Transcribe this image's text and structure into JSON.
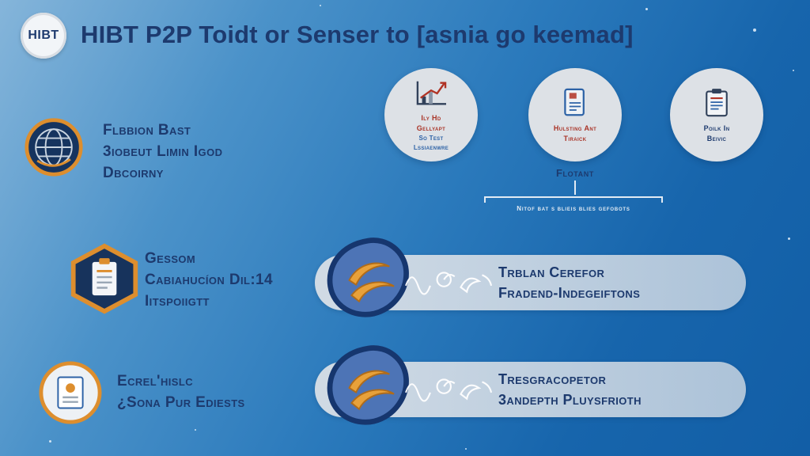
{
  "colors": {
    "navy": "#1d3a6e",
    "orange": "#dd8e2e",
    "bg_top_left": "#85b5da",
    "bg_bottom_right": "#125ea6",
    "badge_circle_bg": "#dde1e6",
    "pill_bg": "#d7dee6",
    "accent_red": "#a93326",
    "accent_blue": "#2d62a6"
  },
  "header": {
    "badge": "HIBT",
    "title": "HIBT P2P Toidt or Senser to [asnia go keemad]"
  },
  "left_features": [
    {
      "icon": "globe-icon",
      "lines": [
        "Flbbion Bast",
        "3iobeut Limin Igod",
        "Dbcoirny"
      ]
    },
    {
      "icon": "clipboard-hexagon-icon",
      "lines": [
        "Gessom",
        "Cabiahucíon Dil:14",
        "Iitspoiigtt"
      ]
    },
    {
      "icon": "document-badge-icon",
      "lines": [
        "Ecrel'hislc",
        "¿Sona Pur Ediests"
      ]
    }
  ],
  "top_badges": [
    {
      "icon": "growth-chart-icon",
      "caption_top": [
        "Ily Hd",
        "Gellyapt"
      ],
      "caption_bottom": [
        "So Test",
        "Lssiaenwre"
      ]
    },
    {
      "icon": "document-icon",
      "caption_top": [
        "Hulsting Ant",
        "Tiraick"
      ],
      "caption_bottom": []
    },
    {
      "icon": "clipboard-icon",
      "caption_top": [
        "Poilk In",
        "Beivic"
      ],
      "caption_bottom": []
    }
  ],
  "flotant": {
    "label": "Flotant",
    "note": "Nitof bat s blieis blies gefobots"
  },
  "pills": [
    {
      "lines": [
        "Trblan Cerefor",
        "Fradend-Indegeiftons"
      ]
    },
    {
      "lines": [
        "Tresgracopetor",
        "3andepth Pluysfrioth"
      ]
    }
  ]
}
